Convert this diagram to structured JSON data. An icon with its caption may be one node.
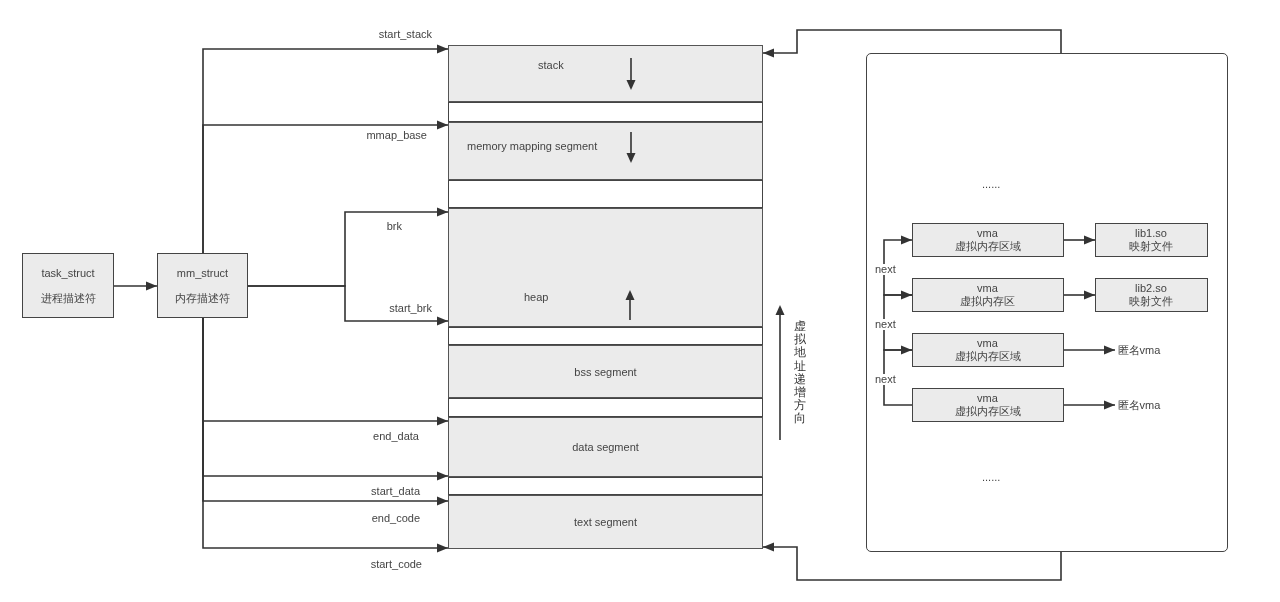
{
  "diagram": {
    "nodes": [
      {
        "text": [
          "task_struct",
          "进程描述符"
        ]
      },
      {
        "text": [
          "mm_struct",
          "内存描述符"
        ]
      },
      {
        "text": [
          "stack"
        ]
      },
      {
        "text": [],
        "shape": "box"
      },
      {
        "text": [
          "memory mapping segment"
        ]
      },
      {
        "text": [],
        "shape": "box"
      },
      {
        "text": [
          "heap"
        ]
      },
      {
        "text": [],
        "shape": "box"
      },
      {
        "text": [
          "bss segment"
        ]
      },
      {
        "text": [],
        "shape": "box"
      },
      {
        "text": [
          "data segment"
        ]
      },
      {
        "text": [],
        "shape": "box"
      },
      {
        "text": [
          "text segment"
        ]
      },
      {
        "text": [],
        "shape": "box"
      },
      {
        "text": [
          "vma",
          "虚拟内存区域"
        ],
        "in": 13
      },
      {
        "text": [
          "lib1.so",
          "映射文件"
        ],
        "in": 13
      },
      {
        "text": [
          "vma",
          "虚拟内存区"
        ],
        "in": 13
      },
      {
        "text": [
          "lib2.so",
          "映射文件"
        ],
        "in": 13
      },
      {
        "text": [
          "vma",
          "虚拟内存区域"
        ],
        "in": 13
      },
      {
        "text": [
          "匿名vma"
        ],
        "in": 13
      },
      {
        "text": [
          "vma",
          "虚拟内存区域"
        ],
        "in": 13
      },
      {
        "text": [
          "匿名vma"
        ],
        "in": 13
      }
    ],
    "edges": [
      {
        "from": 0,
        "to": 1,
        "arrow": "to"
      },
      {
        "from": 1,
        "to": 2,
        "arrow": "to",
        "label": "start_stack"
      },
      {
        "from": 1,
        "to": 4,
        "arrow": "to",
        "label": "mmap_base"
      },
      {
        "from": 1,
        "to": 6,
        "arrow": "to",
        "label": "brk"
      },
      {
        "from": 1,
        "to": 6,
        "arrow": "to",
        "label": "start_brk"
      },
      {
        "from": 1,
        "to": 10,
        "arrow": "to",
        "label": "end_data"
      },
      {
        "from": 1,
        "to": 10,
        "arrow": "to",
        "label": "start_data"
      },
      {
        "from": 1,
        "to": 12,
        "arrow": "to",
        "label": "end_code"
      },
      {
        "from": 1,
        "to": 12,
        "arrow": "to",
        "label": "start_code"
      },
      {
        "from": 13,
        "to": 2,
        "arrow": "to"
      },
      {
        "from": 13,
        "to": 12,
        "arrow": "to"
      },
      {
        "from": 14,
        "to": 15,
        "arrow": "to"
      },
      {
        "from": 16,
        "to": 17,
        "arrow": "to"
      },
      {
        "from": 18,
        "to": 19,
        "arrow": "to"
      },
      {
        "from": 20,
        "to": 21,
        "arrow": "to"
      },
      {
        "from": 20,
        "to": 18,
        "arrow": "to",
        "label": "next"
      },
      {
        "from": 18,
        "to": 16,
        "arrow": "to",
        "label": "next"
      },
      {
        "from": 16,
        "to": 14,
        "arrow": "to",
        "label": "next"
      }
    ],
    "labels": [
      "......",
      "虚拟地址递增方向",
      "......"
    ]
  }
}
